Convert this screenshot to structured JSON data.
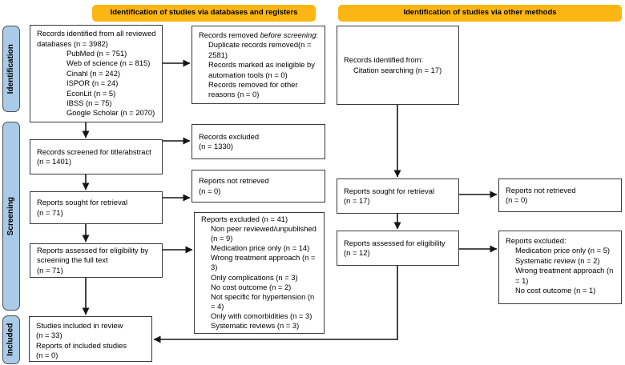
{
  "banners": {
    "left": "Identification of studies via databases and registers",
    "right": "Identification of studies via other methods"
  },
  "stages": {
    "identification": "Identification",
    "screening": "Screening",
    "included": "Included"
  },
  "colors": {
    "banner_bg": "#FBB614",
    "stage_bg": "#A9CBE9",
    "box_border": "#3a3a3a",
    "arrow": "#151515"
  },
  "boxes": {
    "records_identified": {
      "text": "Records identified from all reviewed\ndatabases (n = 3982)",
      "sources": [
        "PubMed (n = 751)",
        "Web of science (n = 815)",
        "Cinahl (n = 242)",
        "ISPOR (n = 24)",
        "EconLit (n = 5)",
        "IBSS (n = 75)",
        "Google Scholar (n = 2070)"
      ]
    },
    "records_removed": {
      "prefix": "Records removed ",
      "italic": "before screening",
      "suffix": ":",
      "items": [
        "Duplicate records removed(n =\n2581)",
        "Records marked as ineligible by\nautomation tools (n = 0)",
        "Records removed for other\nreasons (n = 0)"
      ]
    },
    "records_identified_other": {
      "heading": "Records identified from:",
      "items": [
        "Citation searching (n = 17)"
      ]
    },
    "records_screened": "Records screened for title/abstract\n(n = 1401)",
    "records_excluded": "Records excluded\n(n = 1330)",
    "reports_sought_db": "Reports sought for retrieval\n(n = 71)",
    "reports_not_retrieved_db": "Reports not retrieved\n(n = 0)",
    "reports_assessed_db": "Reports assessed for eligibility by\nscreening the full text\n(n = 71)",
    "reports_excluded_db": {
      "heading": "Reports excluded (n = 41)",
      "items": [
        "Non peer reviewed/unpublished\n(n = 9)",
        "Medication price only (n = 14)",
        "Wrong treatment approach (n =\n3)",
        "Only complications (n = 3)",
        "No cost outcome (n = 2)",
        "Not specific for hypertension (n\n= 4)",
        "Only with comorbidities (n = 3)",
        "Systematic reviews (n = 3)"
      ]
    },
    "studies_included": "Studies included in review\n(n = 33)\nReports of included studies\n(n = 0)",
    "reports_sought_other": "Reports sought for retrieval\n(n = 17)",
    "reports_not_retrieved_other": "Reports not retrieved\n(n = 0)",
    "reports_assessed_other": "Reports assessed for eligibility\n(n = 12)",
    "reports_excluded_other": {
      "heading": "Reports excluded:",
      "items": [
        "Medication price only (n = 5)",
        "Systematic review (n = 2)",
        "Wrong treatment approach (n\n= 1)",
        "No cost outcome (n = 1)"
      ]
    }
  }
}
